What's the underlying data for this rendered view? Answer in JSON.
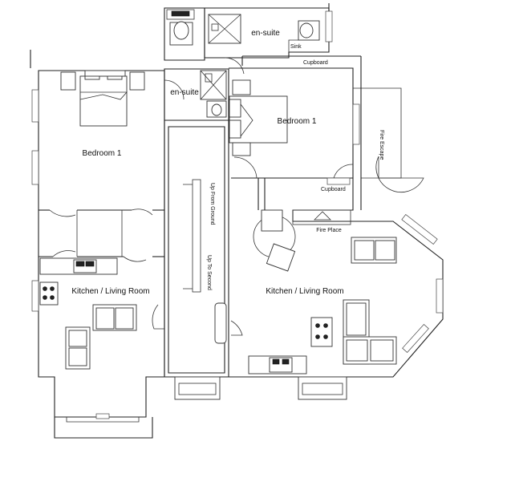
{
  "labels": {
    "bedroom_left": "Bedroom 1",
    "bedroom_right": "Bedroom 1",
    "ensuite_top": "en-suite",
    "ensuite_mid": "en-suite",
    "sink": "Sink",
    "cupboard_top": "Cupboard",
    "cupboard_right": "Cupboard",
    "fire_escape": "Fire Escape",
    "up_from_ground": "Up From Ground",
    "up_to_second": "Up To Second",
    "fire_place": "Fire Place",
    "kitchen_left": "Kitchen / Living Room",
    "kitchen_right": "Kitchen / Living Room"
  }
}
